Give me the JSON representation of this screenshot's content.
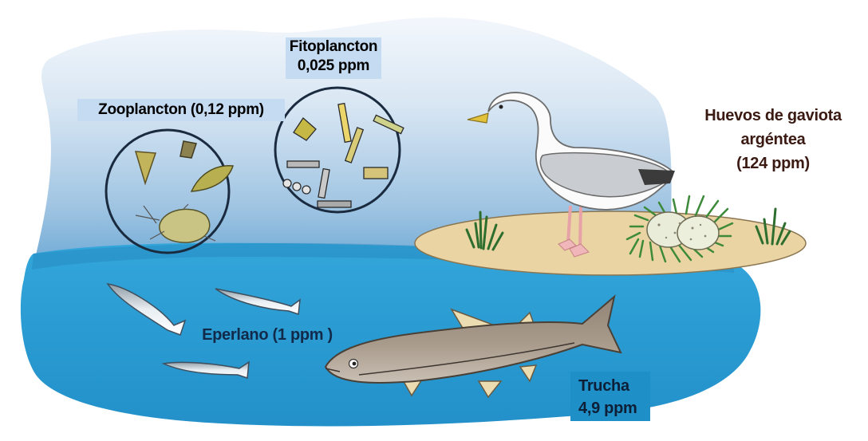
{
  "labels": {
    "fitoplancton": [
      "Fitoplancton",
      "0,025 ppm"
    ],
    "zooplancton": "Zooplancton (0,12 ppm)",
    "huevos": [
      "Huevos de gaviota",
      "argéntea",
      "(124 ppm)"
    ],
    "eperlano": "Eperlano (1 ppm )",
    "trucha": [
      "Trucha",
      "4,9 ppm"
    ]
  },
  "colors": {
    "sky_top": "#f3f7fc",
    "sky_bottom": "#7fb0d6",
    "water": "#2a9bd2",
    "water_shadow": "#1f7fb4",
    "island": "#ead4a3",
    "label_box": "#c5dbf1",
    "trout": "#a5988a",
    "fin": "#ecdcb2",
    "grass": "#3f8a3c"
  }
}
